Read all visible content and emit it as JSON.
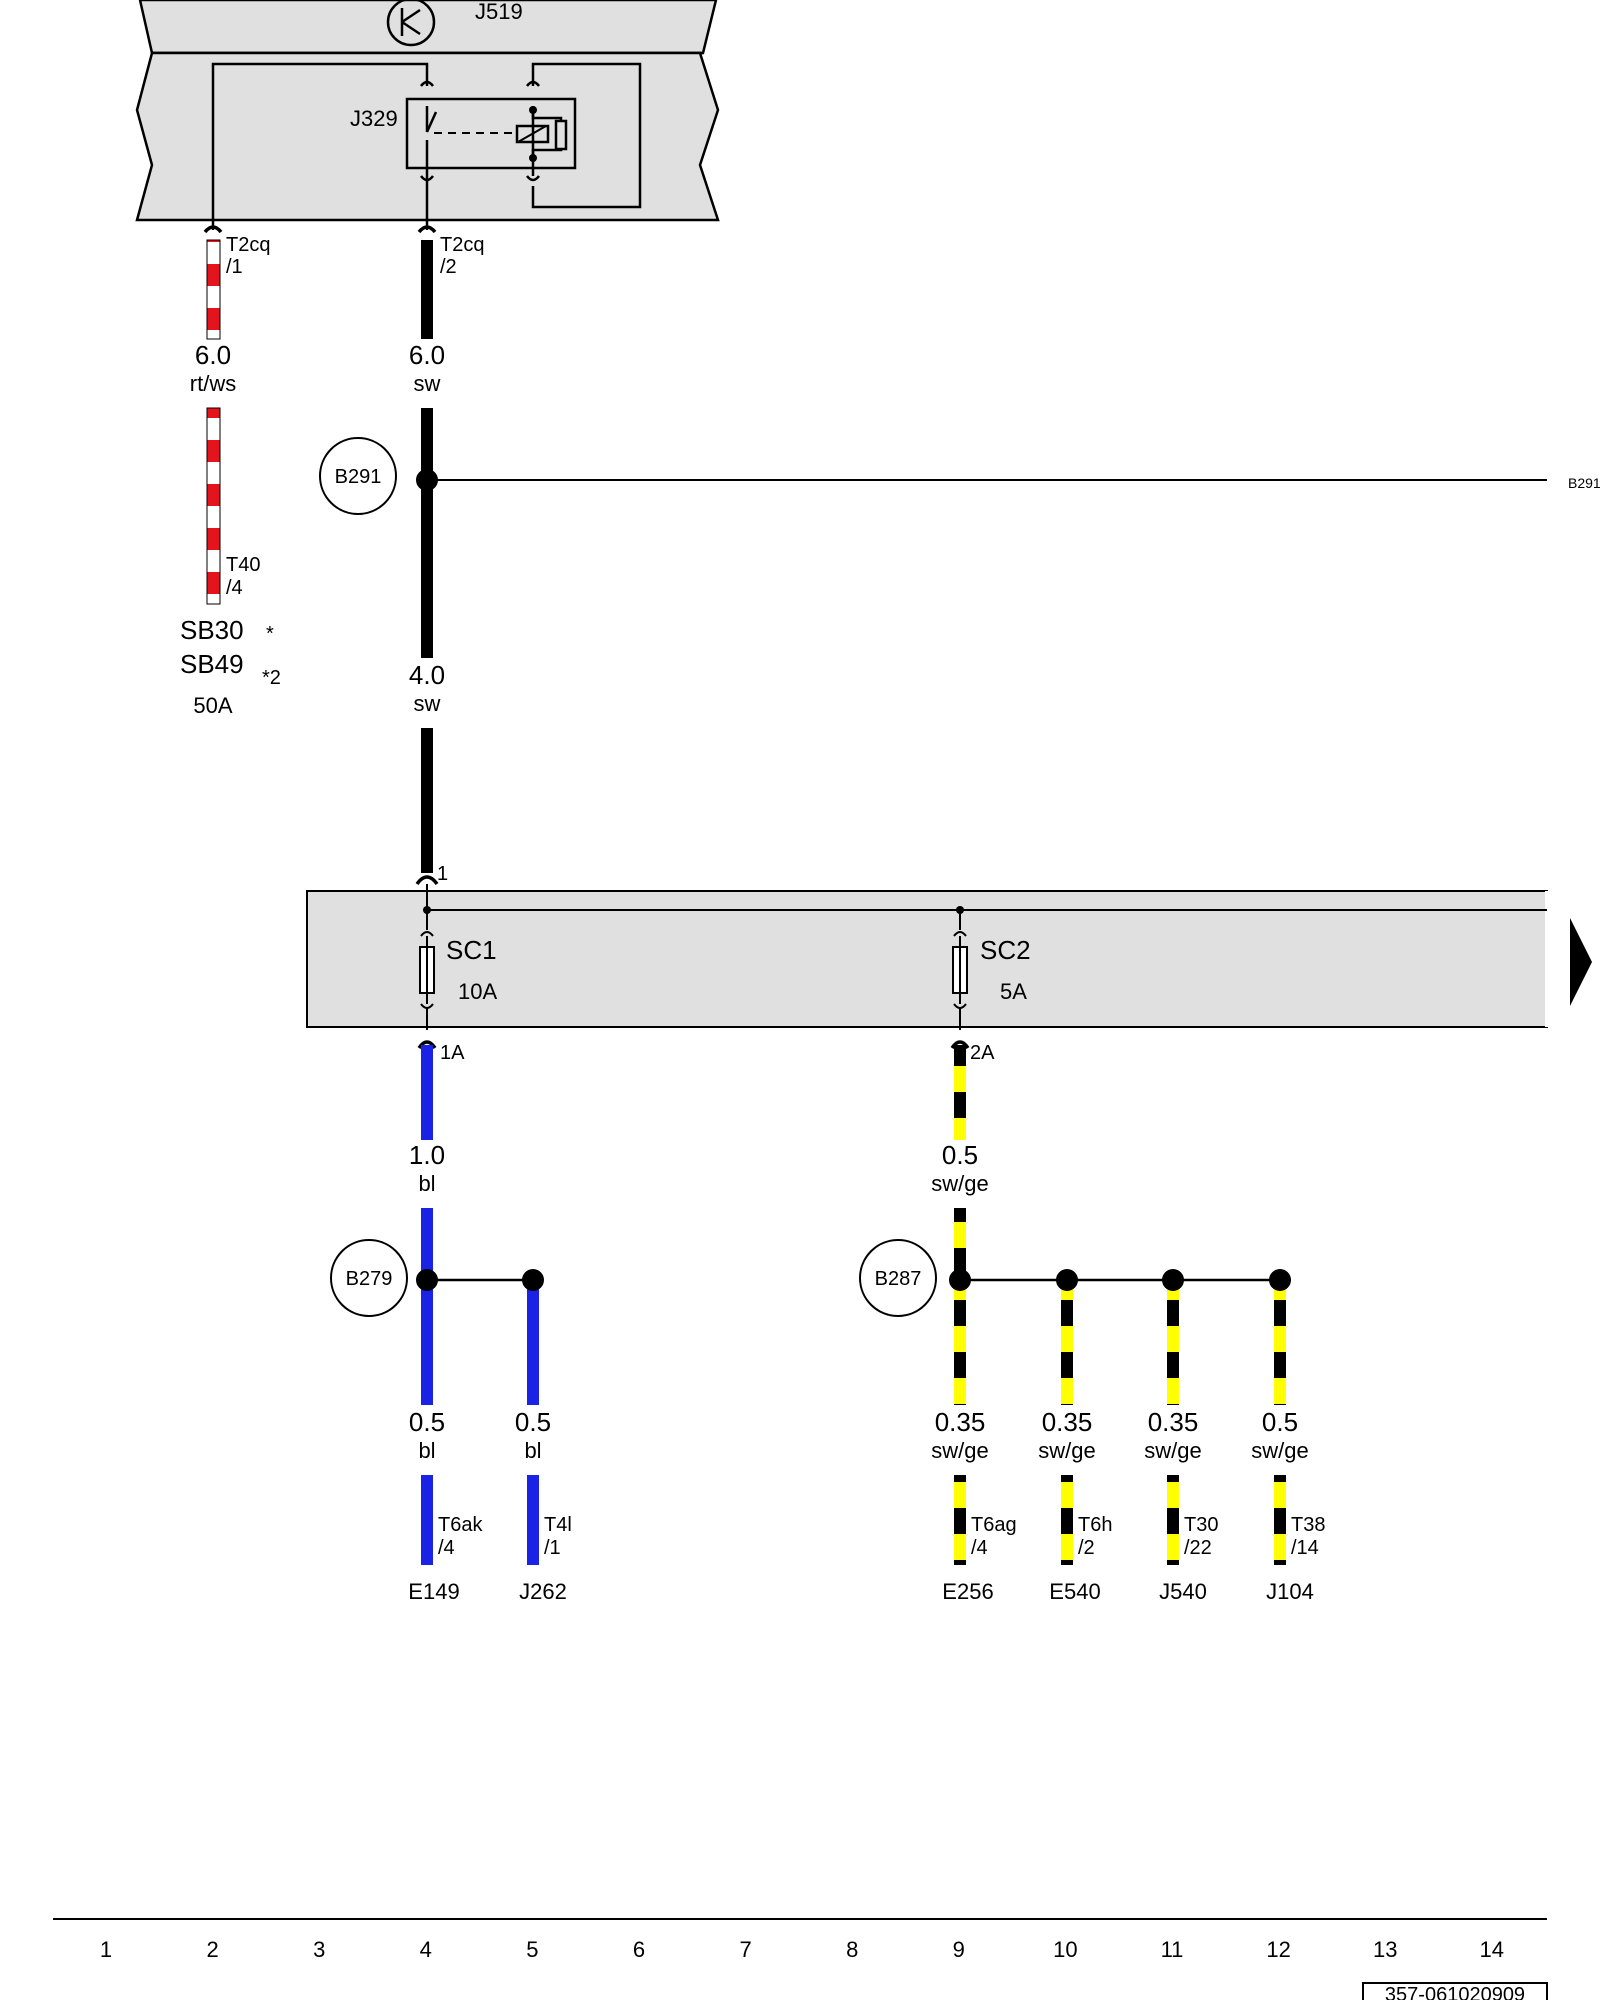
{
  "components": {
    "J519": "J519",
    "J329": "J329",
    "SC1": {
      "name": "SC1",
      "rating": "10A"
    },
    "SC2": {
      "name": "SC2",
      "rating": "5A"
    }
  },
  "connectors": {
    "t2cq_1": {
      "name": "T2cq",
      "pin": "/1"
    },
    "t2cq_2": {
      "name": "T2cq",
      "pin": "/2"
    },
    "t40_4": {
      "name": "T40",
      "pin": "/4"
    },
    "pin_1": "1",
    "pin_1a": "1A",
    "pin_2a": "2A",
    "t6ak_4": {
      "name": "T6ak",
      "pin": "/4"
    },
    "t4l_1": {
      "name": "T4l",
      "pin": "/1"
    },
    "t6ag_4": {
      "name": "T6ag",
      "pin": "/4"
    },
    "t6h_2": {
      "name": "T6h",
      "pin": "/2"
    },
    "t30_22": {
      "name": "T30",
      "pin": "/22"
    },
    "t38_14": {
      "name": "T38",
      "pin": "/14"
    }
  },
  "wires": {
    "w_rtws": {
      "size": "6.0",
      "color_code": "rt/ws"
    },
    "w_sw6": {
      "size": "6.0",
      "color_code": "sw"
    },
    "w_sw4": {
      "size": "4.0",
      "color_code": "sw"
    },
    "w_bl1": {
      "size": "1.0",
      "color_code": "bl"
    },
    "w_swge05": {
      "size": "0.5",
      "color_code": "sw/ge"
    },
    "w_bl05a": {
      "size": "0.5",
      "color_code": "bl"
    },
    "w_bl05b": {
      "size": "0.5",
      "color_code": "bl"
    },
    "w_swge035a": {
      "size": "0.35",
      "color_code": "sw/ge"
    },
    "w_swge035b": {
      "size": "0.35",
      "color_code": "sw/ge"
    },
    "w_swge035c": {
      "size": "0.35",
      "color_code": "sw/ge"
    },
    "w_swge05b": {
      "size": "0.5",
      "color_code": "sw/ge"
    }
  },
  "fuses": {
    "sb30": "SB30",
    "sb30_note": "*",
    "sb49": "SB49",
    "sb49_note": "*2",
    "rating": "50A"
  },
  "splices": {
    "b291": "B291",
    "b291_ref": "B291",
    "b279": "B279",
    "b287": "B287"
  },
  "endpoints": {
    "e149": "E149",
    "j262": "J262",
    "e256": "E256",
    "e540": "E540",
    "j540": "J540",
    "j104": "J104"
  },
  "grid": {
    "columns": [
      "1",
      "2",
      "3",
      "4",
      "5",
      "6",
      "7",
      "8",
      "9",
      "10",
      "11",
      "12",
      "13",
      "14"
    ]
  },
  "document_id": "357-061020909",
  "colors": {
    "red": "#e3141b",
    "white": "#ffffff",
    "black": "#000000",
    "blue": "#1a22e6",
    "yellow": "#ffff00",
    "panel": "#e0e0e0"
  }
}
